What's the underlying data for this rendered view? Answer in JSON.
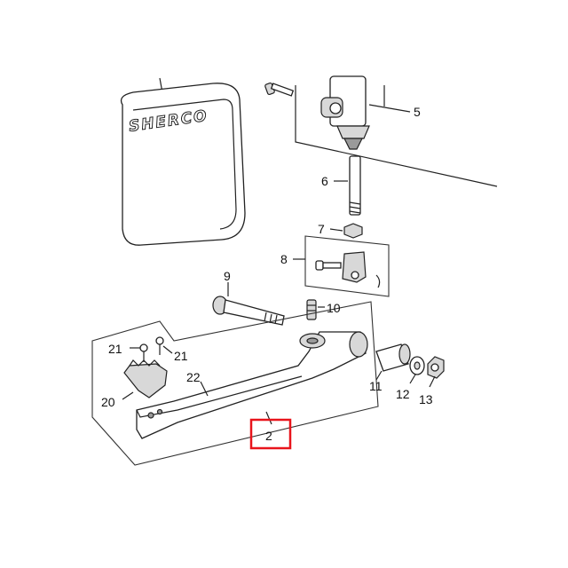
{
  "brand_logo": "SHERCO",
  "callouts": {
    "c2": "2",
    "c5": "5",
    "c6": "6",
    "c7": "7",
    "c8": "8",
    "c9": "9",
    "c10": "10",
    "c11": "11",
    "c12": "12",
    "c13": "13",
    "c20": "20",
    "c21a": "21",
    "c21b": "21",
    "c22": "22"
  },
  "highlight_color": "#e8141b"
}
